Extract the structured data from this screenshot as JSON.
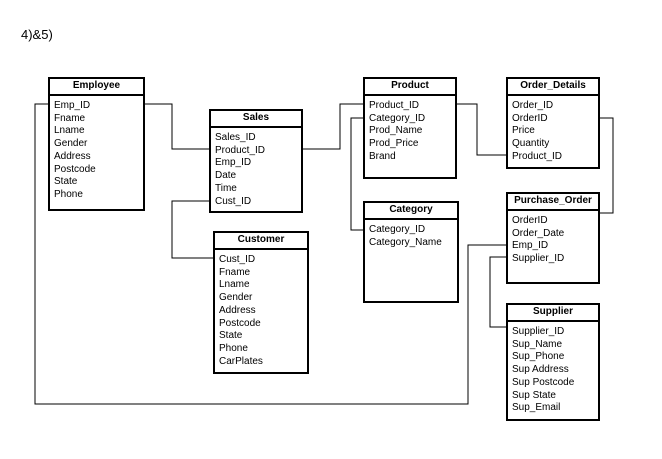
{
  "page_label": "4)&5)",
  "entities": {
    "employee": {
      "title": "Employee",
      "attributes": [
        "Emp_ID",
        "Fname",
        "Lname",
        "Gender",
        "Address",
        "Postcode",
        "State",
        "Phone"
      ]
    },
    "sales": {
      "title": "Sales",
      "attributes": [
        "Sales_ID",
        "Product_ID",
        "Emp_ID",
        "Date",
        "Time",
        "Cust_ID"
      ]
    },
    "customer": {
      "title": "Customer",
      "attributes": [
        "Cust_ID",
        "Fname",
        "Lname",
        "Gender",
        "Address",
        "Postcode",
        "State",
        "Phone",
        "CarPlates"
      ]
    },
    "product": {
      "title": "Product",
      "attributes": [
        "Product_ID",
        "Category_ID",
        "Prod_Name",
        "Prod_Price",
        "Brand"
      ]
    },
    "category": {
      "title": "Category",
      "attributes": [
        "Category_ID",
        "Category_Name"
      ]
    },
    "order_details": {
      "title": "Order_Details",
      "attributes": [
        "Order_ID",
        "OrderID",
        "Price",
        "Quantity",
        "Product_ID"
      ]
    },
    "purchase_order": {
      "title": "Purchase_Order",
      "attributes": [
        "OrderID",
        "Order_Date",
        "Emp_ID",
        "Supplier_ID"
      ]
    },
    "supplier": {
      "title": "Supplier",
      "attributes": [
        "Supplier_ID",
        "Sup_Name",
        "Sup_Phone",
        "Sup Address",
        "Sup Postcode",
        "Sup State",
        "Sup_Email"
      ]
    }
  }
}
